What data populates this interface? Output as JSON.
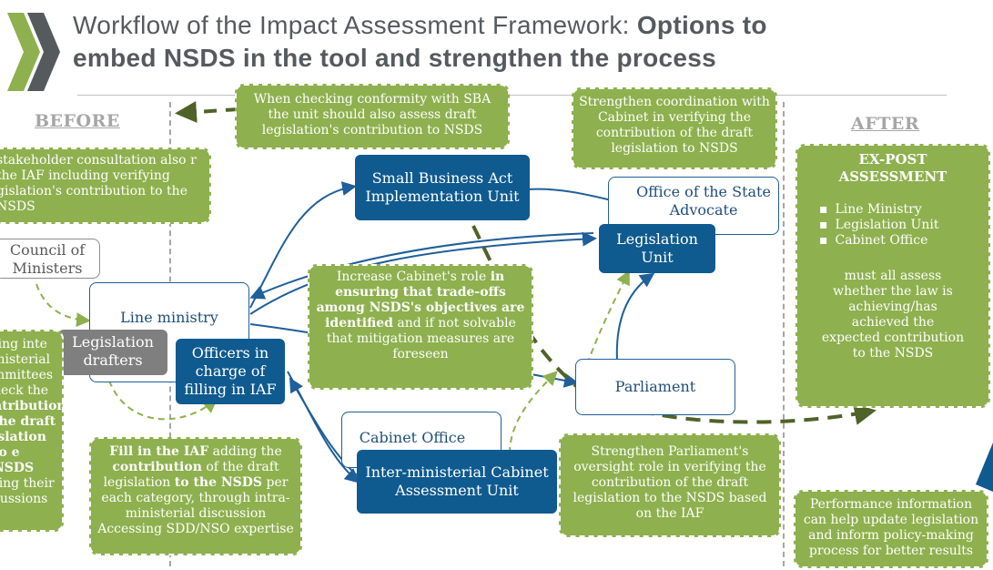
{
  "header": {
    "title_regular": "Workflow of the Impact Assessment Framework: ",
    "title_bold_1": "Options to",
    "title_bold_2": "embed NSDS in  the tool and strengthen the process"
  },
  "sections": {
    "before": "BEFORE",
    "after": "AFTER"
  },
  "nodes": {
    "council": "Council of Ministers",
    "line_ministry": "Line ministry",
    "legislation_drafters": "Legislation drafters",
    "officers_iaf": "Officers in charge of filling in IAF",
    "sba_unit": "Small Business Act Implementation Unit",
    "state_advocate": "Office of the State Advocate",
    "legislation_unit": "Legislation Unit",
    "parliament": "Parliament",
    "cabinet_office": "Cabinet Office",
    "cabinet_assessment_unit": "Inter-ministerial Cabinet Assessment Unit"
  },
  "callouts": {
    "stakeholder": "stakeholder consultation also r the IAF including  verifying gislation's contribution to the NSDS",
    "sba_check": "When checking conformity with SBA the unit should also assess draft legislation's contribution to NSDS",
    "coordination": "Strengthen coordination with Cabinet in verifying the contribution of the draft legislation to NSDS",
    "cabinet_role_1": "Increase Cabinet's role ",
    "cabinet_role_2": "in ensuring that trade-offs among NSDS's objectives are identified",
    "cabinet_role_3": " and if not solvable that mitigation measures are foreseen",
    "left_partial_1": "ting inte inisterial mmittees heck the ",
    "left_partial_2": "ntribution the draft islation to e NSDS",
    "left_partial_3": " ring their cussions",
    "fill_iaf_1": "Fill in the IAF",
    "fill_iaf_2": " adding the ",
    "fill_iaf_3": "contribution",
    "fill_iaf_4": " of the draft legislation ",
    "fill_iaf_5": "to the NSDS",
    "fill_iaf_6": " per each category, through intra-ministerial discussion Accessing SDD/NSO expertise",
    "parliament_oversight": "Strengthen Parliament's oversight role in verifying the contribution of the draft legislation to the NSDS based on the IAF",
    "expost_title": "EX-POST ASSESSMENT",
    "expost_items": [
      "Line Ministry",
      "Legislation Unit",
      "Cabinet Office"
    ],
    "expost_text": "must all assess whether the law is achieving/has achieved the expected contribution to the NSDS",
    "performance": "Performance information can help update legislation and inform policy-making process for better results"
  },
  "colors": {
    "green": "#8eb04e",
    "blue": "#0f5a8f",
    "grey": "#7f7f7f",
    "dark_green": "#4f6228",
    "text_grey": "#555a5e"
  }
}
